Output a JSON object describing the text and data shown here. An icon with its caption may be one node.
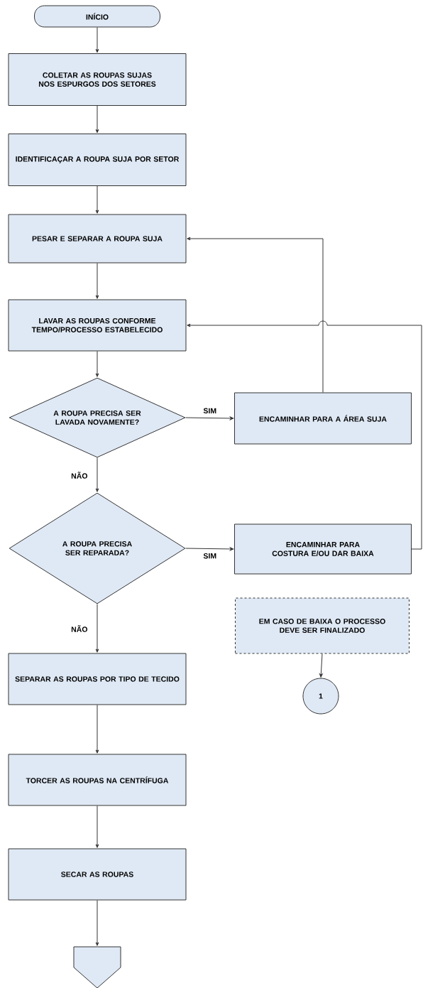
{
  "diagram": {
    "nodes": [
      {
        "text": [
          "INÍCIO"
        ]
      },
      {
        "text": [
          "COLETAR AS ROUPAS SUJAS NOS ESPURGOS DOS SETORES"
        ]
      },
      {
        "text": [
          "IDENTIFICAÇAR A ROUPA SUJA POR SETOR"
        ]
      },
      {
        "text": [
          "PESAR E SEPARAR A ROUPA SUJA"
        ]
      },
      {
        "text": [
          "LAVAR AS ROUPAS CONFORME TEMPO/PROCESSO ESTABELECIDO"
        ]
      },
      {
        "text": [
          "A ROUPA PRECISA SER LAVADA NOVAMENTE?"
        ]
      },
      {
        "text": [
          "ENCAMINHAR PARA A ÁREA SUJA"
        ]
      },
      {
        "text": [
          "A ROUPA PRECISA SER REPARADA?"
        ]
      },
      {
        "text": [
          "ENCAMINHAR PARA COSTURA E/OU DAR BAIXA"
        ]
      },
      {
        "text": [
          "EM CASO DE BAIXA O PROCESSO DEVE SER FINALIZADO"
        ]
      },
      {
        "text": [
          "1"
        ]
      },
      {
        "text": [
          "SEPARAR AS ROUPAS POR TIPO DE TECIDO"
        ]
      },
      {
        "text": [
          "TORCER AS ROUPAS NA CENTRÍFUGA"
        ]
      },
      {
        "text": [
          "SECAR AS ROUPAS"
        ]
      },
      {
        "text": [],
        "shape": "pentagon"
      }
    ],
    "edges": [
      {
        "from": 0,
        "to": 1,
        "arrow": "to"
      },
      {
        "from": 1,
        "to": 2,
        "arrow": "to"
      },
      {
        "from": 2,
        "to": 3,
        "arrow": "to"
      },
      {
        "from": 3,
        "to": 4,
        "arrow": "to"
      },
      {
        "from": 4,
        "to": 5,
        "arrow": "to"
      },
      {
        "from": 5,
        "to": 6,
        "arrow": "to",
        "label": "SIM"
      },
      {
        "from": 6,
        "to": 3,
        "arrow": "to"
      },
      {
        "from": 5,
        "to": 7,
        "arrow": "to",
        "label": "NÃO"
      },
      {
        "from": 7,
        "to": 8,
        "arrow": "to",
        "label": "SIM"
      },
      {
        "from": 8,
        "to": 4,
        "arrow": "to"
      },
      {
        "from": 9,
        "to": 10,
        "arrow": "to"
      },
      {
        "from": 7,
        "to": 11,
        "arrow": "to",
        "label": "NÃO"
      },
      {
        "from": 11,
        "to": 12,
        "arrow": "to"
      },
      {
        "from": 12,
        "to": 13,
        "arrow": "to"
      },
      {
        "from": 13,
        "to": 14,
        "arrow": "to"
      }
    ]
  }
}
